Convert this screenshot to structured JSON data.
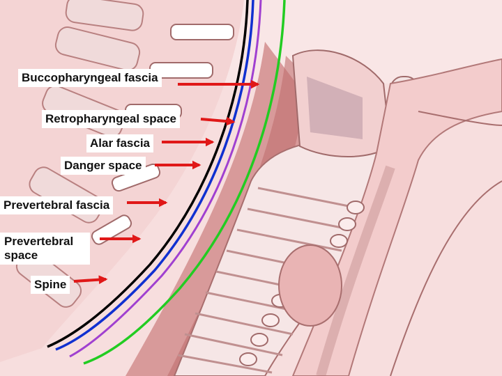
{
  "labels": {
    "buccopharyngeal_fascia": "Buccopharyngeal fascia",
    "retropharyngeal_space": "Retropharyngeal space",
    "alar_fascia": "Alar fascia",
    "danger_space": "Danger space",
    "prevertebral_fascia": "Prevertebral fascia",
    "prevertebral_space": "Prevertebral space",
    "spine": "Spine"
  },
  "colors": {
    "arrow": "#e01818",
    "buccopharyngeal_line": "#22cc22",
    "alar_line": "#a040d0",
    "prevertebral_line": "#1030d0",
    "spine_line": "#000000",
    "tissue_pink": "#f2c8c8",
    "tissue_dark": "#c07070",
    "cartilage": "#f6e6e6"
  }
}
